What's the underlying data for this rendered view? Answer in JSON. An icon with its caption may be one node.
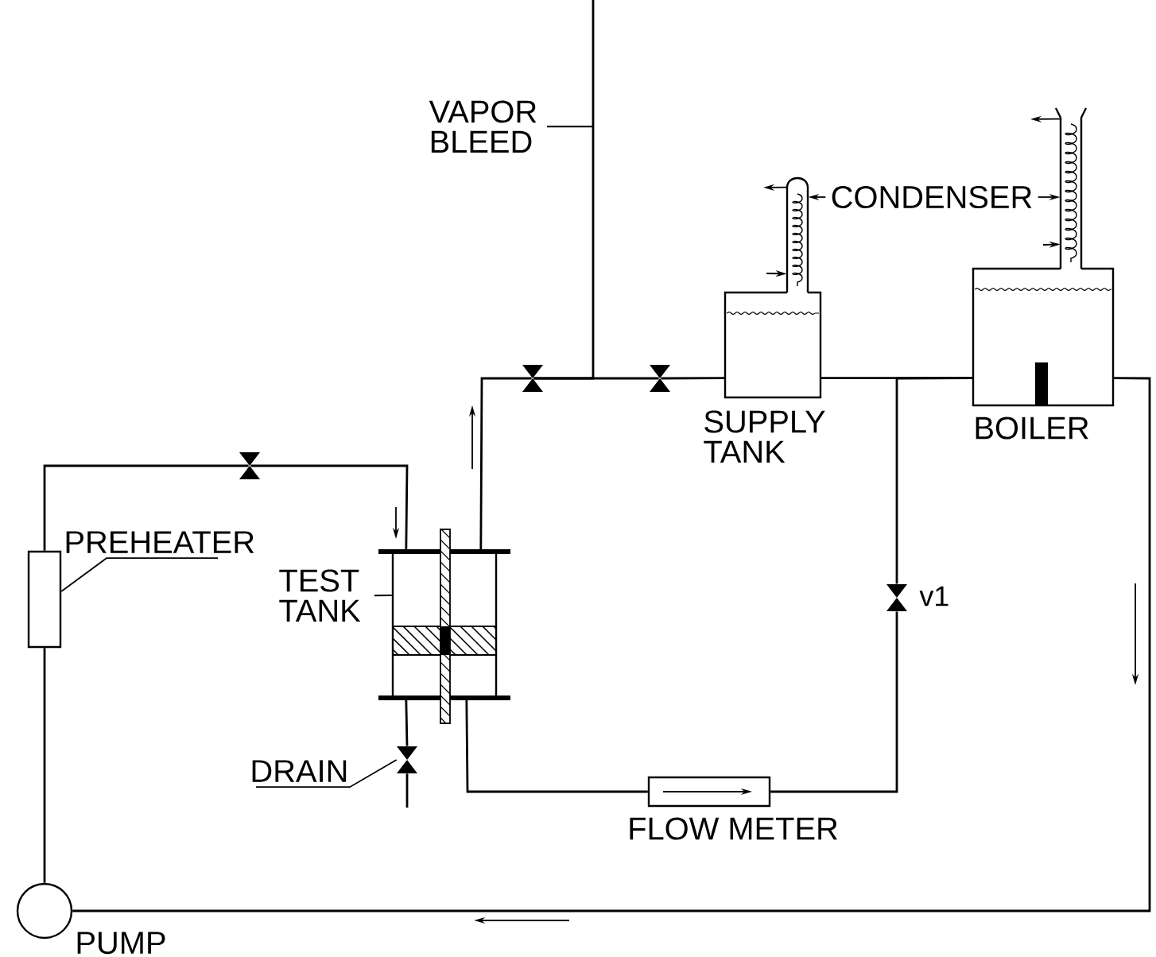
{
  "diagram": {
    "nodes": [
      {
        "text": [
          "VAPOR BLEED"
        ]
      },
      {
        "text": [
          "CONDENSER"
        ]
      },
      {
        "text": [],
        "shape": "coil"
      },
      {
        "text": [],
        "shape": "coil"
      },
      {
        "text": [
          "SUPPLY TANK"
        ]
      },
      {
        "text": [
          "BOILER"
        ]
      },
      {
        "text": [],
        "shape": "valve"
      },
      {
        "text": [],
        "shape": "valve"
      },
      {
        "text": [],
        "shape": "valve"
      },
      {
        "text": [
          "PREHEATER"
        ]
      },
      {
        "text": [],
        "shape": "box"
      },
      {
        "text": [
          "TEST TANK"
        ]
      },
      {
        "text": [],
        "shape": "box"
      },
      {
        "text": [],
        "shape": "valve",
        "beside": [
          "v1"
        ]
      },
      {
        "text": [
          "DRAIN"
        ]
      },
      {
        "text": [],
        "shape": "valve"
      },
      {
        "text": [
          "FLOW METER"
        ]
      },
      {
        "text": [
          "PUMP"
        ]
      }
    ],
    "edges": [
      {
        "from": 17,
        "to": 10,
        "arrow": "none"
      },
      {
        "from": 10,
        "to": 8,
        "arrow": "none"
      },
      {
        "from": 8,
        "to": 12,
        "arrow": "none"
      },
      {
        "from": 12,
        "to": 6,
        "arrow": "none"
      },
      {
        "from": 6,
        "to": 7,
        "arrow": "none"
      },
      {
        "from": 6,
        "to": null,
        "arrow": "none"
      },
      {
        "from": 7,
        "to": 4,
        "arrow": "none"
      },
      {
        "from": 4,
        "to": 5,
        "arrow": "none"
      },
      {
        "from": 13,
        "to": 5,
        "arrow": "none"
      },
      {
        "from": 12,
        "to": 16,
        "arrow": "none"
      },
      {
        "from": 16,
        "to": 13,
        "arrow": "none"
      },
      {
        "from": 5,
        "to": 17,
        "arrow": "none"
      },
      {
        "from": 12,
        "to": 15,
        "arrow": "none"
      },
      {
        "from": 15,
        "to": null,
        "arrow": "none"
      },
      {
        "from": 0,
        "to": null,
        "arrow": "none"
      },
      {
        "from": 1,
        "to": 2,
        "arrow": "to"
      },
      {
        "from": 1,
        "to": 3,
        "arrow": "to"
      },
      {
        "from": 9,
        "to": 10,
        "arrow": "none"
      },
      {
        "from": 11,
        "to": 12,
        "arrow": "none"
      },
      {
        "from": 14,
        "to": 15,
        "arrow": "none"
      },
      {
        "from": null,
        "to": 2,
        "arrow": "to"
      },
      {
        "from": 2,
        "to": null,
        "arrow": "to"
      },
      {
        "from": null,
        "to": 3,
        "arrow": "to"
      },
      {
        "from": 3,
        "to": null,
        "arrow": "to"
      }
    ]
  }
}
